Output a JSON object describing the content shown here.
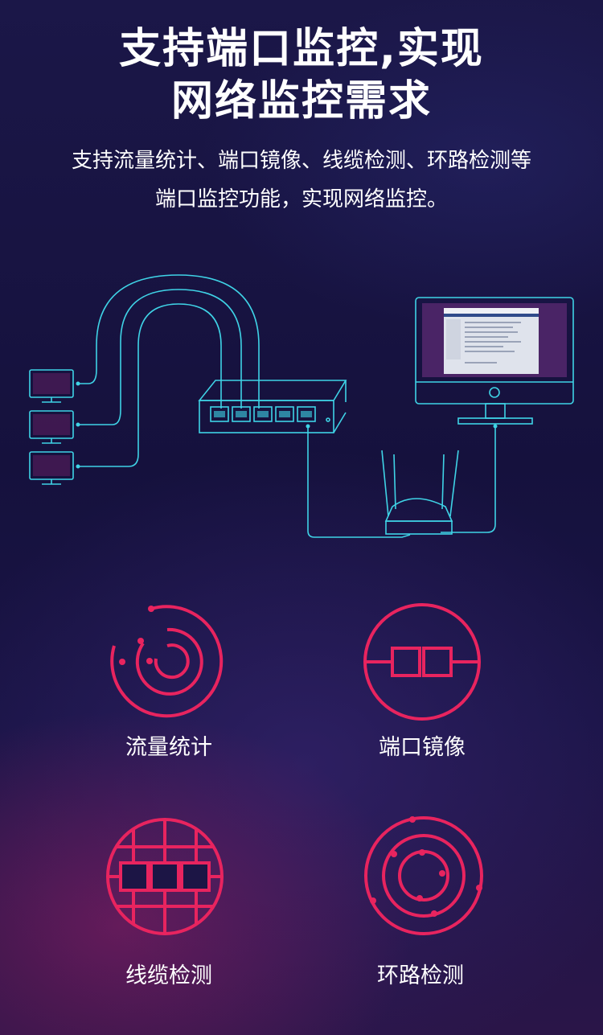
{
  "header": {
    "title_line1": "支持端口监控,实现",
    "title_line2": "网络监控需求",
    "subtitle_line1": "支持流量统计、端口镜像、线缆检测、环路检测等",
    "subtitle_line2": "端口监控功能，实现网络监控。"
  },
  "features": [
    {
      "label": "流量统计",
      "icon": "traffic-statistics-icon"
    },
    {
      "label": "端口镜像",
      "icon": "port-mirroring-icon"
    },
    {
      "label": "线缆检测",
      "icon": "cable-detection-icon"
    },
    {
      "label": "环路检测",
      "icon": "loop-detection-icon"
    }
  ],
  "colors": {
    "background": "#16123f",
    "diagram_line": "#3fd3e6",
    "icon_accent": "#e8245f",
    "text": "#ffffff"
  }
}
